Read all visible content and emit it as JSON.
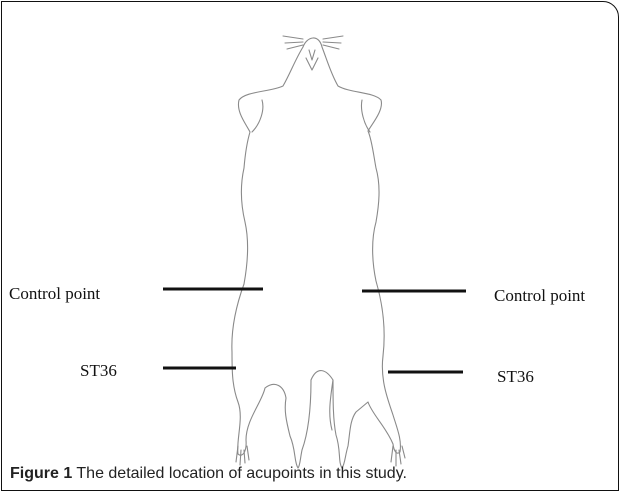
{
  "figure": {
    "labels": {
      "control_left": "Control point",
      "control_right": "Control point",
      "st36_left": "ST36",
      "st36_right": "ST36"
    },
    "caption_label": "Figure 1",
    "caption_text": " The detailed location of acupoints in this study."
  }
}
